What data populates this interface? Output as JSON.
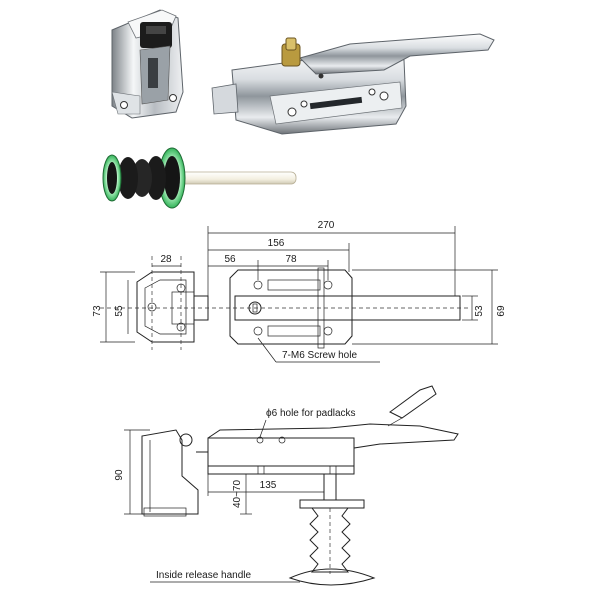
{
  "dimensions": {
    "overall_length": "270",
    "body_length": "156",
    "hinge_width": "28",
    "offset_a": "56",
    "offset_b": "78",
    "hinge_height": "73",
    "hinge_inner": "55",
    "latch_height": "53",
    "latch_total": "69",
    "side_height": "90",
    "lift_range": "40~70",
    "rod_length": "135"
  },
  "notes": {
    "screw_holes": "7-M6 Screw hole",
    "padlock_hole": "ϕ6  hole for padlacks",
    "release_handle": "Inside release handle"
  },
  "colors": {
    "chrome_light": "#f2f4f6",
    "chrome_dark": "#6d7277",
    "gasket_green": "#5fd17a",
    "rubber_black": "#151515",
    "rod_cream": "#f3efe0"
  }
}
